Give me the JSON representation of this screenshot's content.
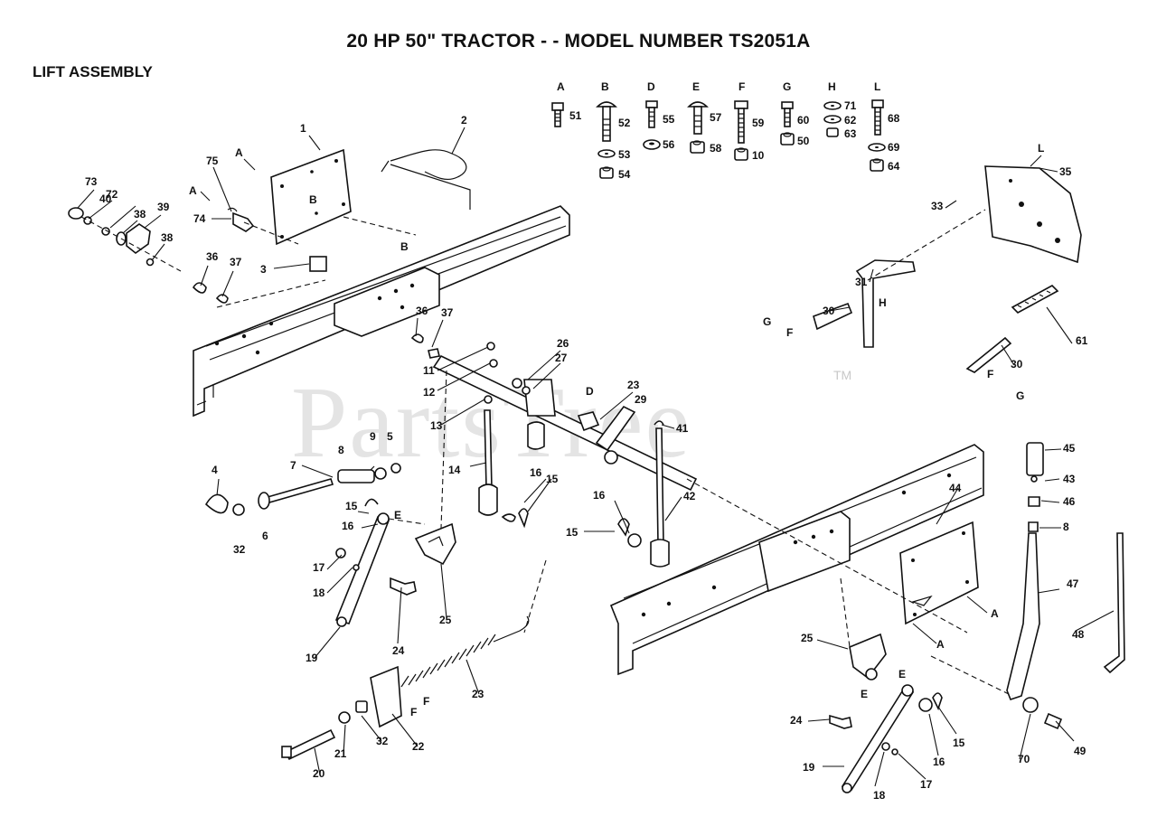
{
  "page": {
    "title": "20 HP 50\" TRACTOR - - MODEL NUMBER TS2051A",
    "subtitle": "LIFT ASSEMBLY",
    "watermark": "PartsTree",
    "watermark_tm": "TM"
  },
  "hardware_key": [
    {
      "letter": "A",
      "parts": [
        "51"
      ]
    },
    {
      "letter": "B",
      "parts": [
        "52",
        "53",
        "54"
      ]
    },
    {
      "letter": "D",
      "parts": [
        "55",
        "56"
      ]
    },
    {
      "letter": "E",
      "parts": [
        "57",
        "58"
      ]
    },
    {
      "letter": "F",
      "parts": [
        "59",
        "10"
      ]
    },
    {
      "letter": "G",
      "parts": [
        "60",
        "50"
      ]
    },
    {
      "letter": "H",
      "parts": [
        "71",
        "62",
        "63"
      ]
    },
    {
      "letter": "L",
      "parts": [
        "68",
        "69",
        "64"
      ]
    }
  ],
  "callouts": [
    "1",
    "2",
    "3",
    "4",
    "5",
    "6",
    "7",
    "8",
    "9",
    "11",
    "12",
    "13",
    "14",
    "15",
    "15",
    "15",
    "15",
    "16",
    "16",
    "16",
    "16",
    "17",
    "17",
    "18",
    "18",
    "19",
    "19",
    "20",
    "21",
    "22",
    "23",
    "23",
    "24",
    "24",
    "25",
    "25",
    "26",
    "27",
    "29",
    "30",
    "30",
    "31",
    "32",
    "32",
    "33",
    "35",
    "36",
    "36",
    "37",
    "37",
    "38",
    "38",
    "39",
    "40",
    "41",
    "42",
    "43",
    "44",
    "45",
    "46",
    "47",
    "48",
    "49",
    "61",
    "70",
    "72",
    "73",
    "74",
    "75",
    "8"
  ],
  "letter_refs": [
    "A",
    "A",
    "A",
    "A",
    "B",
    "B",
    "D",
    "E",
    "E",
    "E",
    "F",
    "F",
    "F",
    "F",
    "G",
    "G",
    "H",
    "L"
  ]
}
